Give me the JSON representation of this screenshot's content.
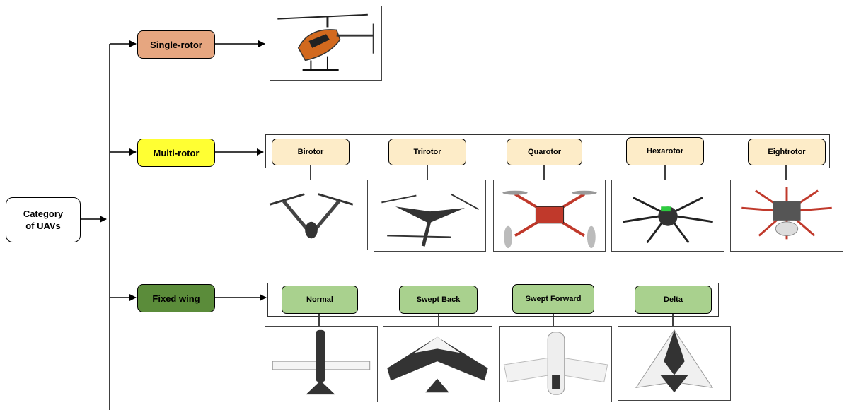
{
  "root": {
    "label_line1": "Category",
    "label_line2": "of UAVs"
  },
  "categories": [
    {
      "label": "Single-rotor",
      "color": "#e6a680"
    },
    {
      "label": "Multi-rotor",
      "color": "#ffff33"
    },
    {
      "label": "Fixed wing",
      "color": "#5b8c3a"
    }
  ],
  "multi_rotor_types": [
    "Birotor",
    "Trirotor",
    "Quarotor",
    "Hexarotor",
    "Eightrotor"
  ],
  "fixed_wing_types": [
    "Normal",
    "Swept Back",
    "Swept Forward",
    "Delta"
  ],
  "icons": {
    "single": "helicopter-photo",
    "multi": [
      "birotor-drone-photo",
      "trirotor-drone-photo",
      "quadrotor-drone-photo",
      "hexarotor-drone-photo",
      "octorotor-drone-photo"
    ],
    "fixed": [
      "normal-wing-uav-photo",
      "swept-back-wing-uav-photo",
      "swept-forward-wing-uav-photo",
      "delta-wing-uav-photo"
    ]
  }
}
